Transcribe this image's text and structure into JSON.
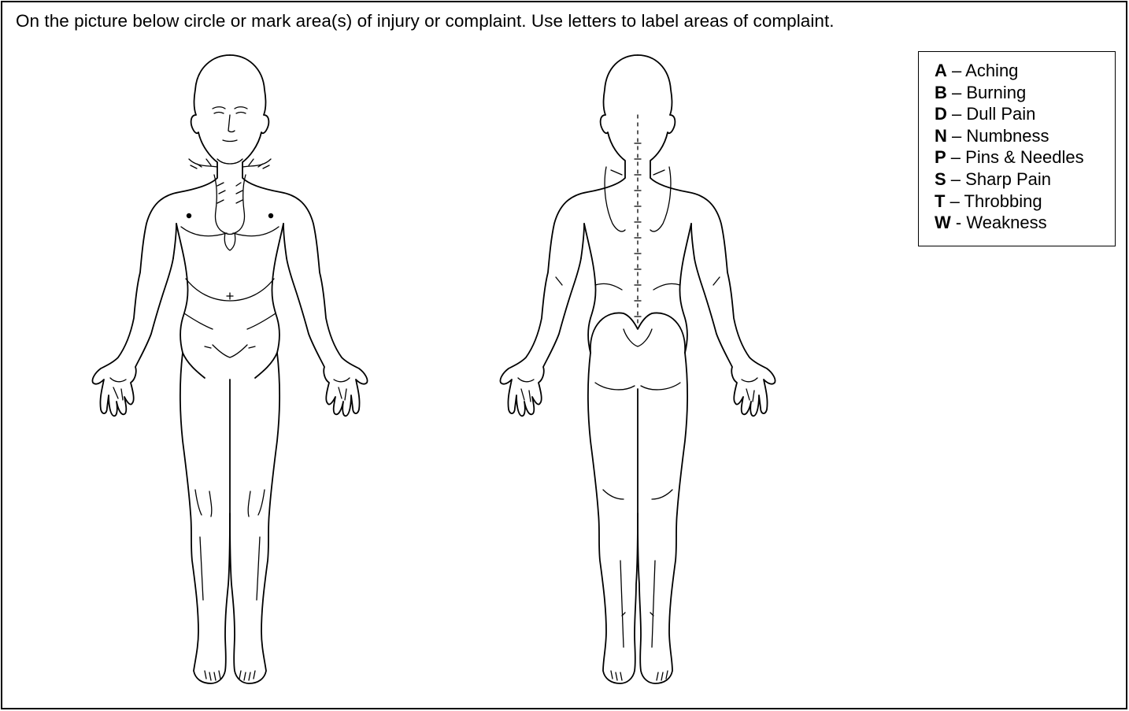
{
  "instruction": "On the picture below circle or mark area(s) of injury or complaint.  Use letters to label areas of complaint.",
  "legend": {
    "items": [
      {
        "code": "A",
        "separator": " – ",
        "label": "Aching"
      },
      {
        "code": "B",
        "separator": " – ",
        "label": "Burning"
      },
      {
        "code": "D",
        "separator": " – ",
        "label": "Dull Pain"
      },
      {
        "code": "N",
        "separator": " – ",
        "label": "Numbness"
      },
      {
        "code": "P",
        "separator": " – ",
        "label": "Pins & Needles"
      },
      {
        "code": "S",
        "separator": " – ",
        "label": "Sharp Pain"
      },
      {
        "code": "T",
        "separator": " – ",
        "label": "Throbbing"
      },
      {
        "code": "W",
        "separator": " - ",
        "label": "Weakness"
      }
    ]
  },
  "colors": {
    "ink": "#000000",
    "paper": "#ffffff"
  }
}
